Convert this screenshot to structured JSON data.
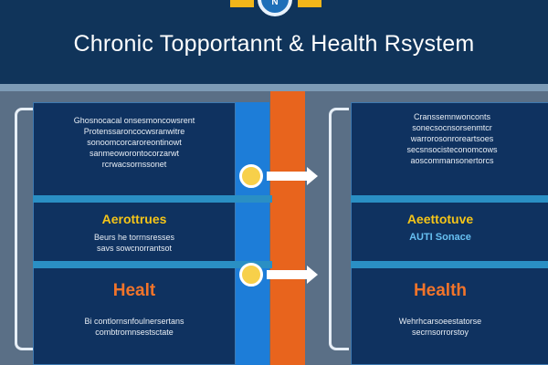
{
  "header": {
    "title": "Chronic Topportannt & Health Rsystem",
    "badge_letter": "N"
  },
  "left_panel": {
    "top_text": "Ghosnocacal onsesmoncowsrent\nProtenssaroncocwsranwitre\nsonoomcorcaroreontinowt\nsanmeoworontocorzarwt\nrcrwacsornssonet",
    "mid_title": "Aerottrues",
    "mid_text": "Beurs he torrnsresses\nsavs sowcnorrantsot",
    "bottom_title": "Healt",
    "bottom_text": "Bi contlornsnfoulnersertans\ncombtromnsestsctate"
  },
  "right_panel": {
    "top_text": "Cranssemnwonconts\nsonecsocnsorsenmtcr\nwarrorosonroreartsoes\nsecsnsocisteconomcows\naoscommansonertorcs",
    "mid_title": "Aeettotuve",
    "mid_subtitle": "AUTI Sonace",
    "bottom_title": "Health",
    "bottom_text": "Wehrhcarsoeestatorse\nsecrnsorrorstoy"
  },
  "colors": {
    "navy": "#10345a",
    "panel": "#0f3260",
    "orange": "#e8641d",
    "blue": "#1d7dd8",
    "yellow": "#f5c518"
  }
}
